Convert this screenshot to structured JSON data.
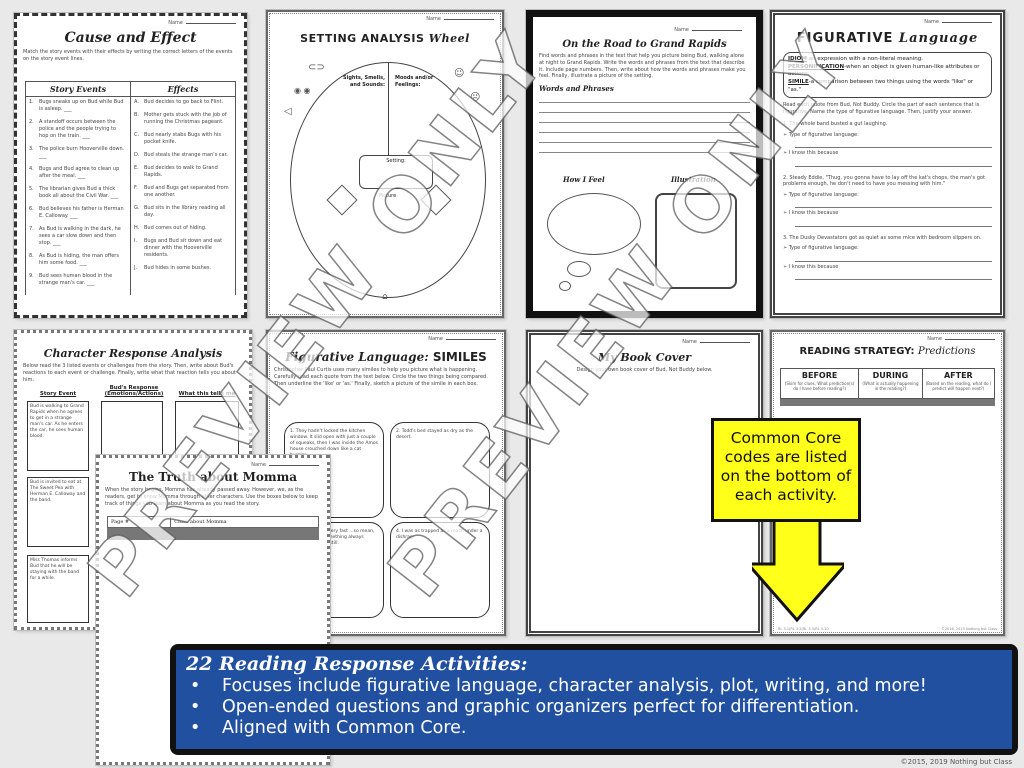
{
  "common": {
    "name_label": "Name"
  },
  "watermark": {
    "text_1": "PREVIEW ONLY",
    "text_2": "PREVIEW ONLY"
  },
  "pages": {
    "cause_effect": {
      "title": "Cause and Effect",
      "instructions": "Match the story events with their effects by writing the correct letters of the events on the story event lines.",
      "col_events": "Story Events",
      "col_effects": "Effects",
      "events": [
        {
          "n": "1.",
          "t": "Bugs sneaks up on Bud while Bud is asleep. ___"
        },
        {
          "n": "2.",
          "t": "A standoff occurs between the police and the people trying to hop on the train. ___"
        },
        {
          "n": "3.",
          "t": "The police burn Hooverville down. ___"
        },
        {
          "n": "4.",
          "t": "Bugs and Bud agree to clean up after the meal. ___"
        },
        {
          "n": "5.",
          "t": "The librarian gives Bud a thick book all about the Civil War. ___"
        },
        {
          "n": "6.",
          "t": "Bud believes his father is Herman E. Calloway. ___"
        },
        {
          "n": "7.",
          "t": "As Bud is walking in the dark, he sees a car slow down and then stop. ___"
        },
        {
          "n": "8.",
          "t": "As Bud is hiding, the man offers him some food. ___"
        },
        {
          "n": "9.",
          "t": "Bud sees human blood in the strange man's car. ___"
        }
      ],
      "effects": [
        {
          "n": "A.",
          "t": "Bud decides to go back to Flint."
        },
        {
          "n": "B.",
          "t": "Mother gets stuck with the job of running the Christmas pageant."
        },
        {
          "n": "C.",
          "t": "Bud nearly stabs Bugs with his pocket knife."
        },
        {
          "n": "D.",
          "t": "Bud steals the strange man's car."
        },
        {
          "n": "E.",
          "t": "Bud decides to walk to Grand Rapids."
        },
        {
          "n": "F.",
          "t": "Bud and Bugs get separated from one another."
        },
        {
          "n": "G.",
          "t": "Bud sits in the library reading all day."
        },
        {
          "n": "H.",
          "t": "Bud comes out of hiding."
        },
        {
          "n": "I.",
          "t": "Bugs and Bud sit down and eat dinner with the Hooverville residents."
        },
        {
          "n": "J.",
          "t": "Bud hides in some bushes."
        }
      ]
    },
    "setting_wheel": {
      "title_main": "SETTING ANALYSIS",
      "title_script": "Wheel",
      "label_sights": "Sights, Smells, and Sounds:",
      "label_moods": "Moods and/or Feelings:",
      "label_setting": "Setting:",
      "label_picture": "Picture"
    },
    "road": {
      "title": "On the Road to Grand Rapids",
      "instructions": "Find words and phrases in the text that help you picture being Bud, walking alone at night to Grand Rapids. Write the words and phrases from the text that describe it. Include page numbers. Then, write about how the words and phrases make you feel. Finally, illustrate a picture of the setting.",
      "section_words": "Words and Phrases",
      "section_feel": "How I Feel",
      "section_illustration": "Illustration"
    },
    "figurative": {
      "title_main": "FIGURATIVE",
      "title_script": "Language",
      "defs": [
        {
          "term": "IDIOM",
          "def": "-an expression with a non-literal meaning."
        },
        {
          "term": "PERSONIFICATION",
          "def": "-when an object is given human-like attributes or actions."
        },
        {
          "term": "SIMILE",
          "def": "-a comparison between two things using the words \"like\" or \"as.\""
        }
      ],
      "instructions": "Read each quote from Bud, Not Buddy. Circle the part of each sentence that is figurative. Name the type of figurative language. Then, justify your answer.",
      "q1": "1.  The whole band busted a gut laughing.",
      "q2": "2.  Steady Eddie, \"Thug, you gonna have to lay off the kat's chops, the man's got problems enough, he don't need to have you messing with him.\"",
      "q3": "3.  The Dusky Devastators got as quiet as some mice with bedroom slippers on.",
      "type_label": "➢  Type of figurative language:",
      "because_label": "➢  I know this because"
    },
    "character": {
      "title": "Character Response Analysis",
      "instructions": "Below read the 3 listed events or challenges from the story. Then, write about Bud's reactions to each event or challenge. Finally, write what that reaction tells you about him.",
      "col_event": "Story Event",
      "col_response": "Bud's Response (Emotions/Actions)",
      "col_tells": "What this tells me",
      "events": [
        "Bud is walking to Grand Rapids when he agrees to get in a strange man's car. As he enters the car, he sees human blood.",
        "Bud is invited to eat at The Sweet Pea with Herman E. Calloway and the band.",
        "Miss Thomas informs Bud that he will be staying with the band for a while."
      ]
    },
    "similes": {
      "title_script": "Figurative Language:",
      "title_main": "SIMILES",
      "instructions": "Christopher Paul Curtis uses many similes to help you picture what is happening. Carefully read each quote from the text below. Circle the two things being compared. Then underline the 'like' or 'as.' Finally, sketch a picture of the simile in each box.",
      "quotes": [
        "1.  They hadn't locked the kitchen window. It slid open with just a couple of squeaks, then I was inside the Amos house crouched down like a cat burglar.",
        "2.  Todd's bed stayed as dry as the desert.",
        "3.  ...talked very, very fast ...so mean, she was like ...something always ...never standing still.",
        "4.  I was as trapped as a roach under a dishrag."
      ]
    },
    "book_cover": {
      "title": "My Book Cover",
      "instructions": "Design your own book cover of Bud, Not Buddy below."
    },
    "predictions": {
      "title_main": "READING STRATEGY:",
      "title_script": "Predictions",
      "columns": [
        {
          "head": "BEFORE",
          "sub": "(Skim for clues. What prediction(s) do I have before reading?)"
        },
        {
          "head": "DURING",
          "sub": "(What is actually happening in the reading?)"
        },
        {
          "head": "AFTER",
          "sub": "(Based on the reading, what do I predict will happen next?)"
        }
      ],
      "footer_code": "RL 3.1(RL 3.2(RL 3.3(RL 4.10",
      "footer_copy": "©2016, 2019 Nothing but Class"
    },
    "momma": {
      "title": "The Truth about Momma",
      "instructions": "When the story begins, Momma has already passed away. However, we, as the readers, get to know Momma through other characters. Use the boxes below to keep track of things you learn about Momma as you read the story.",
      "col_page": "Page #",
      "col_clues": "Clues about Momma"
    }
  },
  "callout": {
    "text": "Common Core codes are listed on the bottom of each activity.",
    "bg_color": "#ffff1a"
  },
  "banner": {
    "title": "22 Reading Response Activities:",
    "bullets": [
      "Focuses include figurative language, character analysis, plot, writing, and more!",
      "Open-ended questions and graphic organizers perfect for differentiation.",
      "Aligned with Common Core."
    ],
    "bg_color": "#2150a0"
  },
  "copyright": "©2015, 2019 Nothing but Class"
}
